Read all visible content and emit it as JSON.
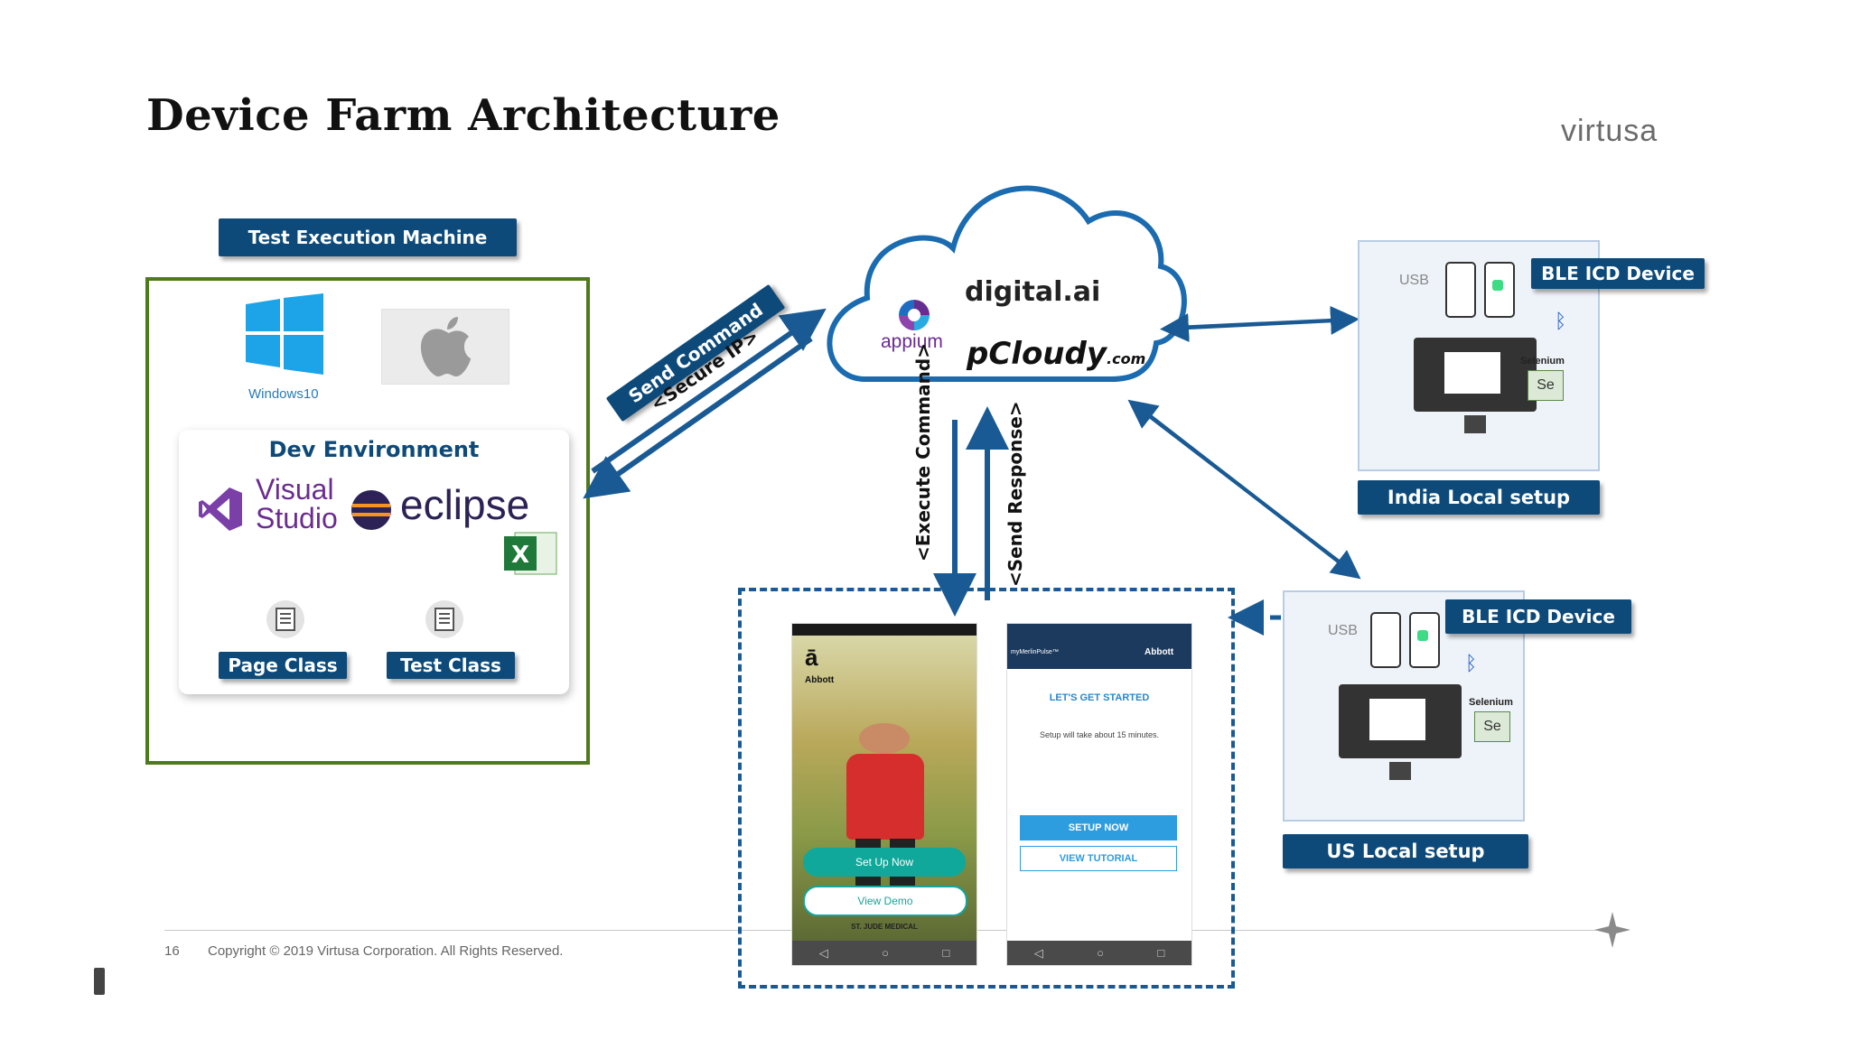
{
  "slide": {
    "title": "Device Farm Architecture",
    "brand": "virtusa",
    "page_number": "16",
    "copyright": "Copyright © 2019 Virtusa Corporation. All Rights Reserved."
  },
  "test_machine": {
    "header": "Test Execution Machine",
    "os_windows_label": "Windows10",
    "dev_env_title": "Dev Environment",
    "visual_studio_line1": "Visual",
    "visual_studio_line2": "Studio",
    "eclipse_label": "eclipse",
    "page_class": "Page Class",
    "test_class": "Test Class"
  },
  "arrows": {
    "send_command": "Send Command",
    "secure_ip": "<Secure IP>",
    "execute_command": "<Execute Command>",
    "send_response": "<Send Response>"
  },
  "cloud": {
    "appium": "appium",
    "digital_ai": "digital.ai",
    "pcloudy": "pCloudy",
    "pcloudy_suffix": ".com"
  },
  "india_setup": {
    "device_label": "BLE ICD Device",
    "usb": "USB",
    "selenium": "Selenium",
    "caption": "India Local setup"
  },
  "us_setup": {
    "device_label": "BLE ICD Device",
    "usb": "USB",
    "selenium": "Selenium",
    "caption": "US Local setup"
  },
  "phone_left": {
    "brand": "Abbott",
    "setup_button": "Set Up Now",
    "demo_button": "View Demo",
    "footer_brand": "ST. JUDE MEDICAL"
  },
  "phone_right": {
    "app_name": "myMerlinPulse™",
    "brand": "Abbott",
    "heading": "LET'S GET STARTED",
    "body": "Setup will take about 15 minutes.",
    "setup_button": "SETUP NOW",
    "tutorial_button": "VIEW TUTORIAL"
  },
  "colors": {
    "navy": "#0d4a7a",
    "arrow_blue": "#1a5a94",
    "box_green": "#4f7a1c"
  }
}
